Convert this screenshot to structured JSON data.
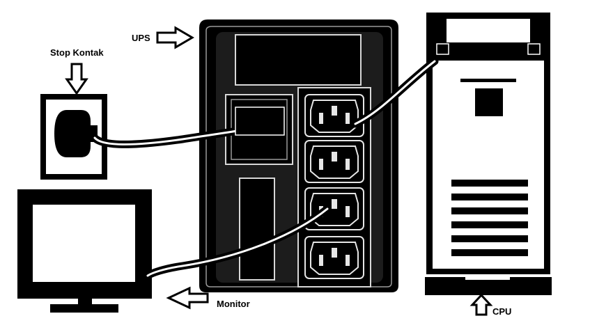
{
  "labels": {
    "ups": "UPS",
    "outlet": "Stop Kontak",
    "monitor": "Monitor",
    "cpu": "CPU"
  },
  "icons": {
    "ups_arrow": "right-arrow-icon",
    "outlet_arrow": "down-arrow-icon",
    "monitor_arrow": "left-arrow-icon",
    "cpu_arrow": "up-arrow-icon"
  },
  "colors": {
    "ink": "#000000",
    "device_body": "#1b1b1b",
    "paper": "#ffffff"
  }
}
